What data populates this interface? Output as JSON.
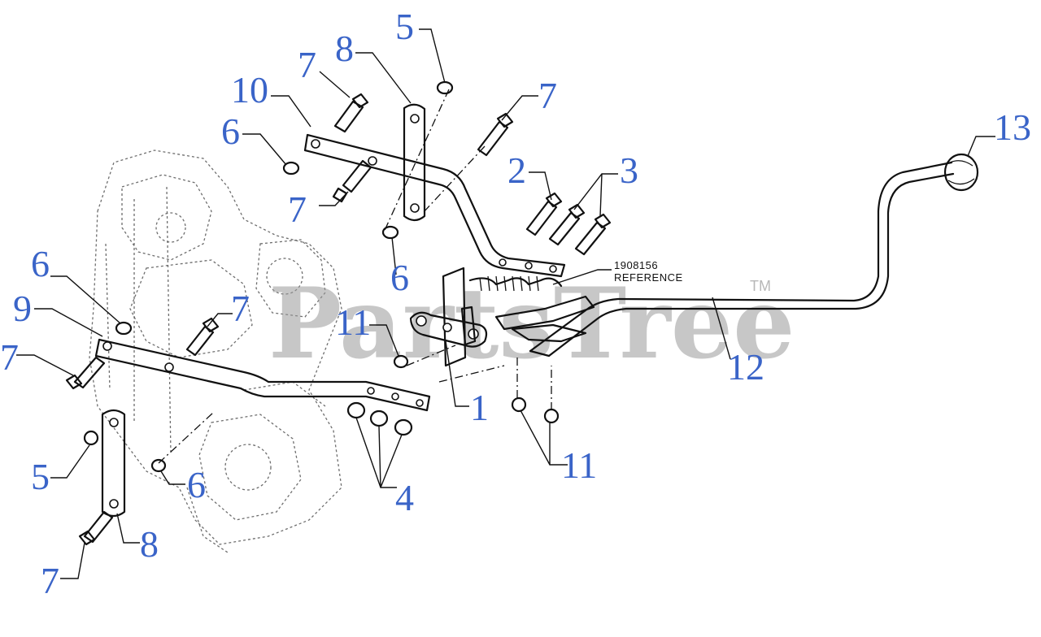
{
  "diagram": {
    "watermark": "PartsTree",
    "trademark": "TM",
    "reference_label_line1": "1908156",
    "reference_label_line2": "REFERENCE",
    "colors": {
      "callout": "#3a64c8",
      "line": "#111111",
      "watermark": "#9a9a9a"
    },
    "callouts": [
      {
        "id": "c5a",
        "label": "5"
      },
      {
        "id": "c8a",
        "label": "8"
      },
      {
        "id": "c7a",
        "label": "7"
      },
      {
        "id": "c10",
        "label": "10"
      },
      {
        "id": "c7b",
        "label": "7"
      },
      {
        "id": "c6a",
        "label": "6"
      },
      {
        "id": "c2",
        "label": "2"
      },
      {
        "id": "c3",
        "label": "3"
      },
      {
        "id": "c13",
        "label": "13"
      },
      {
        "id": "c7c",
        "label": "7"
      },
      {
        "id": "c6b",
        "label": "6"
      },
      {
        "id": "c6c",
        "label": "6"
      },
      {
        "id": "c9",
        "label": "9"
      },
      {
        "id": "c7d",
        "label": "7"
      },
      {
        "id": "c11a",
        "label": "11"
      },
      {
        "id": "c7e",
        "label": "7"
      },
      {
        "id": "c12",
        "label": "12"
      },
      {
        "id": "c1",
        "label": "1"
      },
      {
        "id": "c11b",
        "label": "11"
      },
      {
        "id": "c4",
        "label": "4"
      },
      {
        "id": "c5b",
        "label": "5"
      },
      {
        "id": "c6d",
        "label": "6"
      },
      {
        "id": "c8b",
        "label": "8"
      },
      {
        "id": "c7f",
        "label": "7"
      }
    ]
  }
}
